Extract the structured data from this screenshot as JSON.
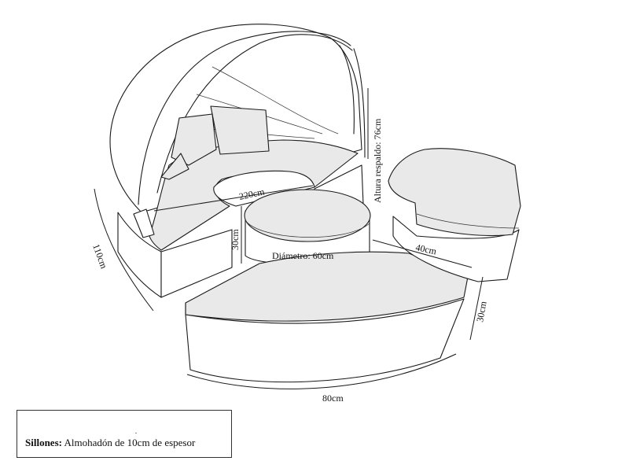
{
  "dimensions": {
    "width_top": "220cm",
    "depth": "110cm",
    "backrest_height": "Altura respaldo: 76cm",
    "table_height": "30cm",
    "table_diameter": "Diámetro: 60cm",
    "ottoman_depth": "40cm",
    "ottoman_height": "30cm",
    "front_width": "80cm"
  },
  "note": {
    "label": "Sillones:",
    "text": "Almohadón de 10cm de espesor"
  }
}
